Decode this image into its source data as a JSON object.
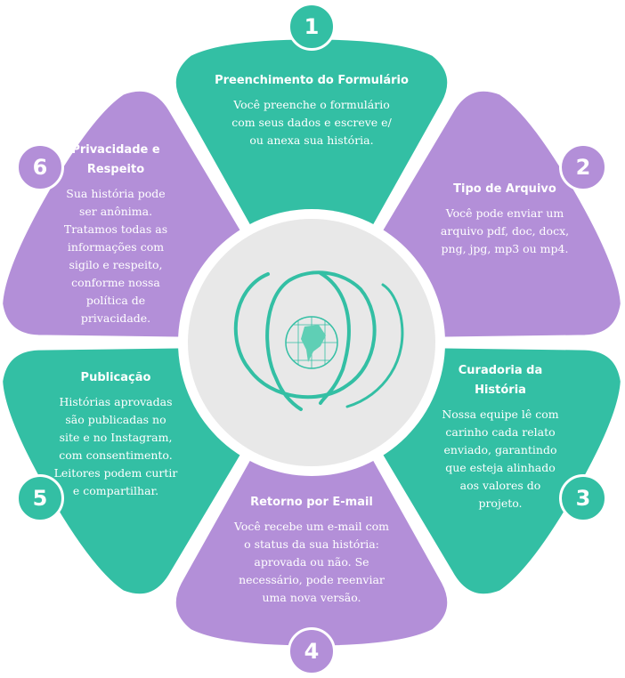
{
  "colors": {
    "teal": "#33bfa4",
    "purple": "#b38fd8",
    "center": "#e8e8e8"
  },
  "steps": [
    {
      "number": "1",
      "title": "Preenchimento do Formulário",
      "body": "Você preenche o formulário com seus dados e escreve e/ ou anexa sua história."
    },
    {
      "number": "2",
      "title": "Tipo de Arquivo",
      "body": "Você pode enviar um arquivo pdf, doc, docx, png, jpg, mp3 ou mp4."
    },
    {
      "number": "3",
      "title": "Curadoria da História",
      "body": "Nossa equipe lê com carinho cada relato enviado, garantindo que esteja alinhado aos valores do projeto."
    },
    {
      "number": "4",
      "title": "Retorno por E-mail",
      "body": "Você recebe um e-mail com o status da sua história: aprovada ou não. Se necessário, pode reenviar uma nova versão."
    },
    {
      "number": "5",
      "title": "Publicação",
      "body": "Histórias aprovadas são publicadas no site e no Instagram, com consentimento. Leitores podem curtir e compartilhar."
    },
    {
      "number": "6",
      "title": "Privacidade e Respeito",
      "body": "Sua história pode ser anônima. Tratamos todas as informações com sigilo e respeito, conforme nossa política de privacidade."
    }
  ],
  "center_logo": "globe-logo-icon"
}
